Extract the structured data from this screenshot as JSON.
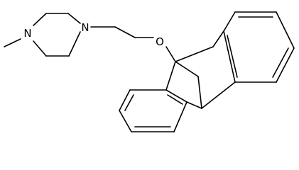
{
  "molecule": {
    "atom_labels": {
      "piperazine_n_methyl": "N",
      "piperazine_n_ethyl": "N",
      "ether_oxygen": "O"
    },
    "colors": {
      "bond": "#000000",
      "label": "#000000",
      "background": "#ffffff"
    }
  }
}
